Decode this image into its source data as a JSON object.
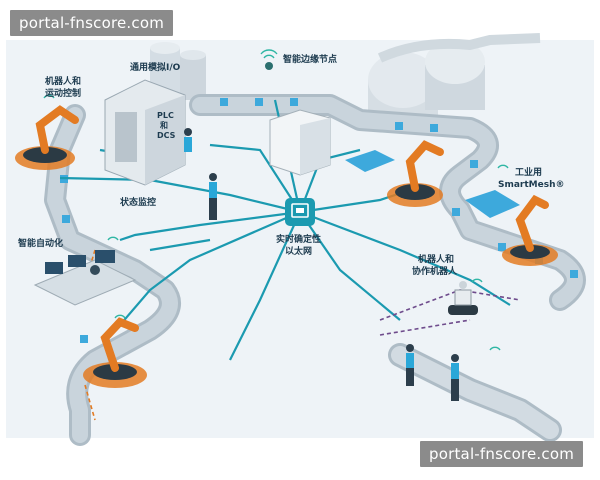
{
  "watermark": {
    "top": "portal-fnscore.com",
    "bottom": "portal-fnscore.com"
  },
  "labels": {
    "robot_motion": [
      "机器人和",
      "运动控制"
    ],
    "analog_io": "通用模拟I/O",
    "plc_dcs": [
      "PLC",
      "和",
      "DCS"
    ],
    "edge_node": "智能边缘节点",
    "status_monitor": "状态监控",
    "smart_automation": "智能自动化",
    "tsn": [
      "实时确定性",
      "以太网"
    ],
    "smartmesh": [
      "工业用",
      "SmartMesh®"
    ],
    "cobot": [
      "机器人和",
      "协作机器人"
    ]
  },
  "colors": {
    "network": "#1b9ab0",
    "conveyor": "#b8c5cf",
    "robot": "#e37b23",
    "accent": "#2aa7d8"
  }
}
